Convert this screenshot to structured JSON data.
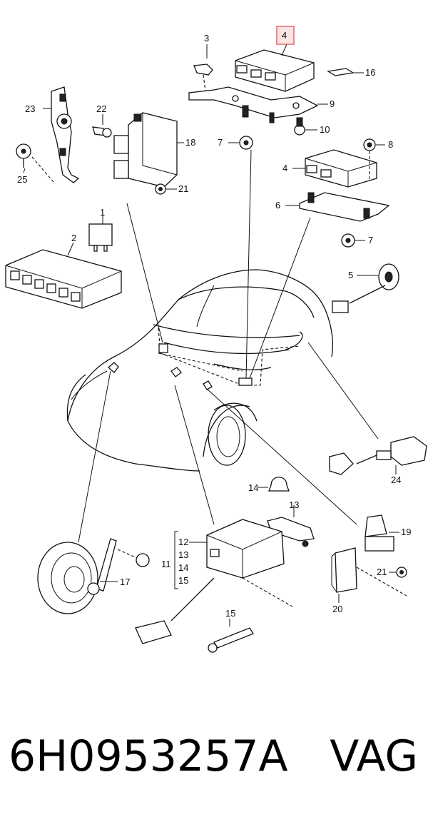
{
  "callouts": {
    "c1": "1",
    "c2": "2",
    "c3": "3",
    "c4": "4",
    "c4b": "4",
    "c5": "5",
    "c6": "6",
    "c7a": "7",
    "c7b": "7",
    "c8": "8",
    "c9": "9",
    "c10": "10",
    "c11": "11",
    "c12": "12",
    "c13a": "13",
    "c13b": "13",
    "c14a": "14",
    "c14b": "14",
    "c15a": "15",
    "c15b": "15",
    "c16": "16",
    "c17": "17",
    "c18": "18",
    "c19": "19",
    "c20": "20",
    "c21a": "21",
    "c21b": "21",
    "c22": "22",
    "c23": "23",
    "c24": "24",
    "c25": "25"
  },
  "highlight_color": "#e06a6a",
  "caption": {
    "part_number": "6H0953257A",
    "brand": "VAG"
  }
}
